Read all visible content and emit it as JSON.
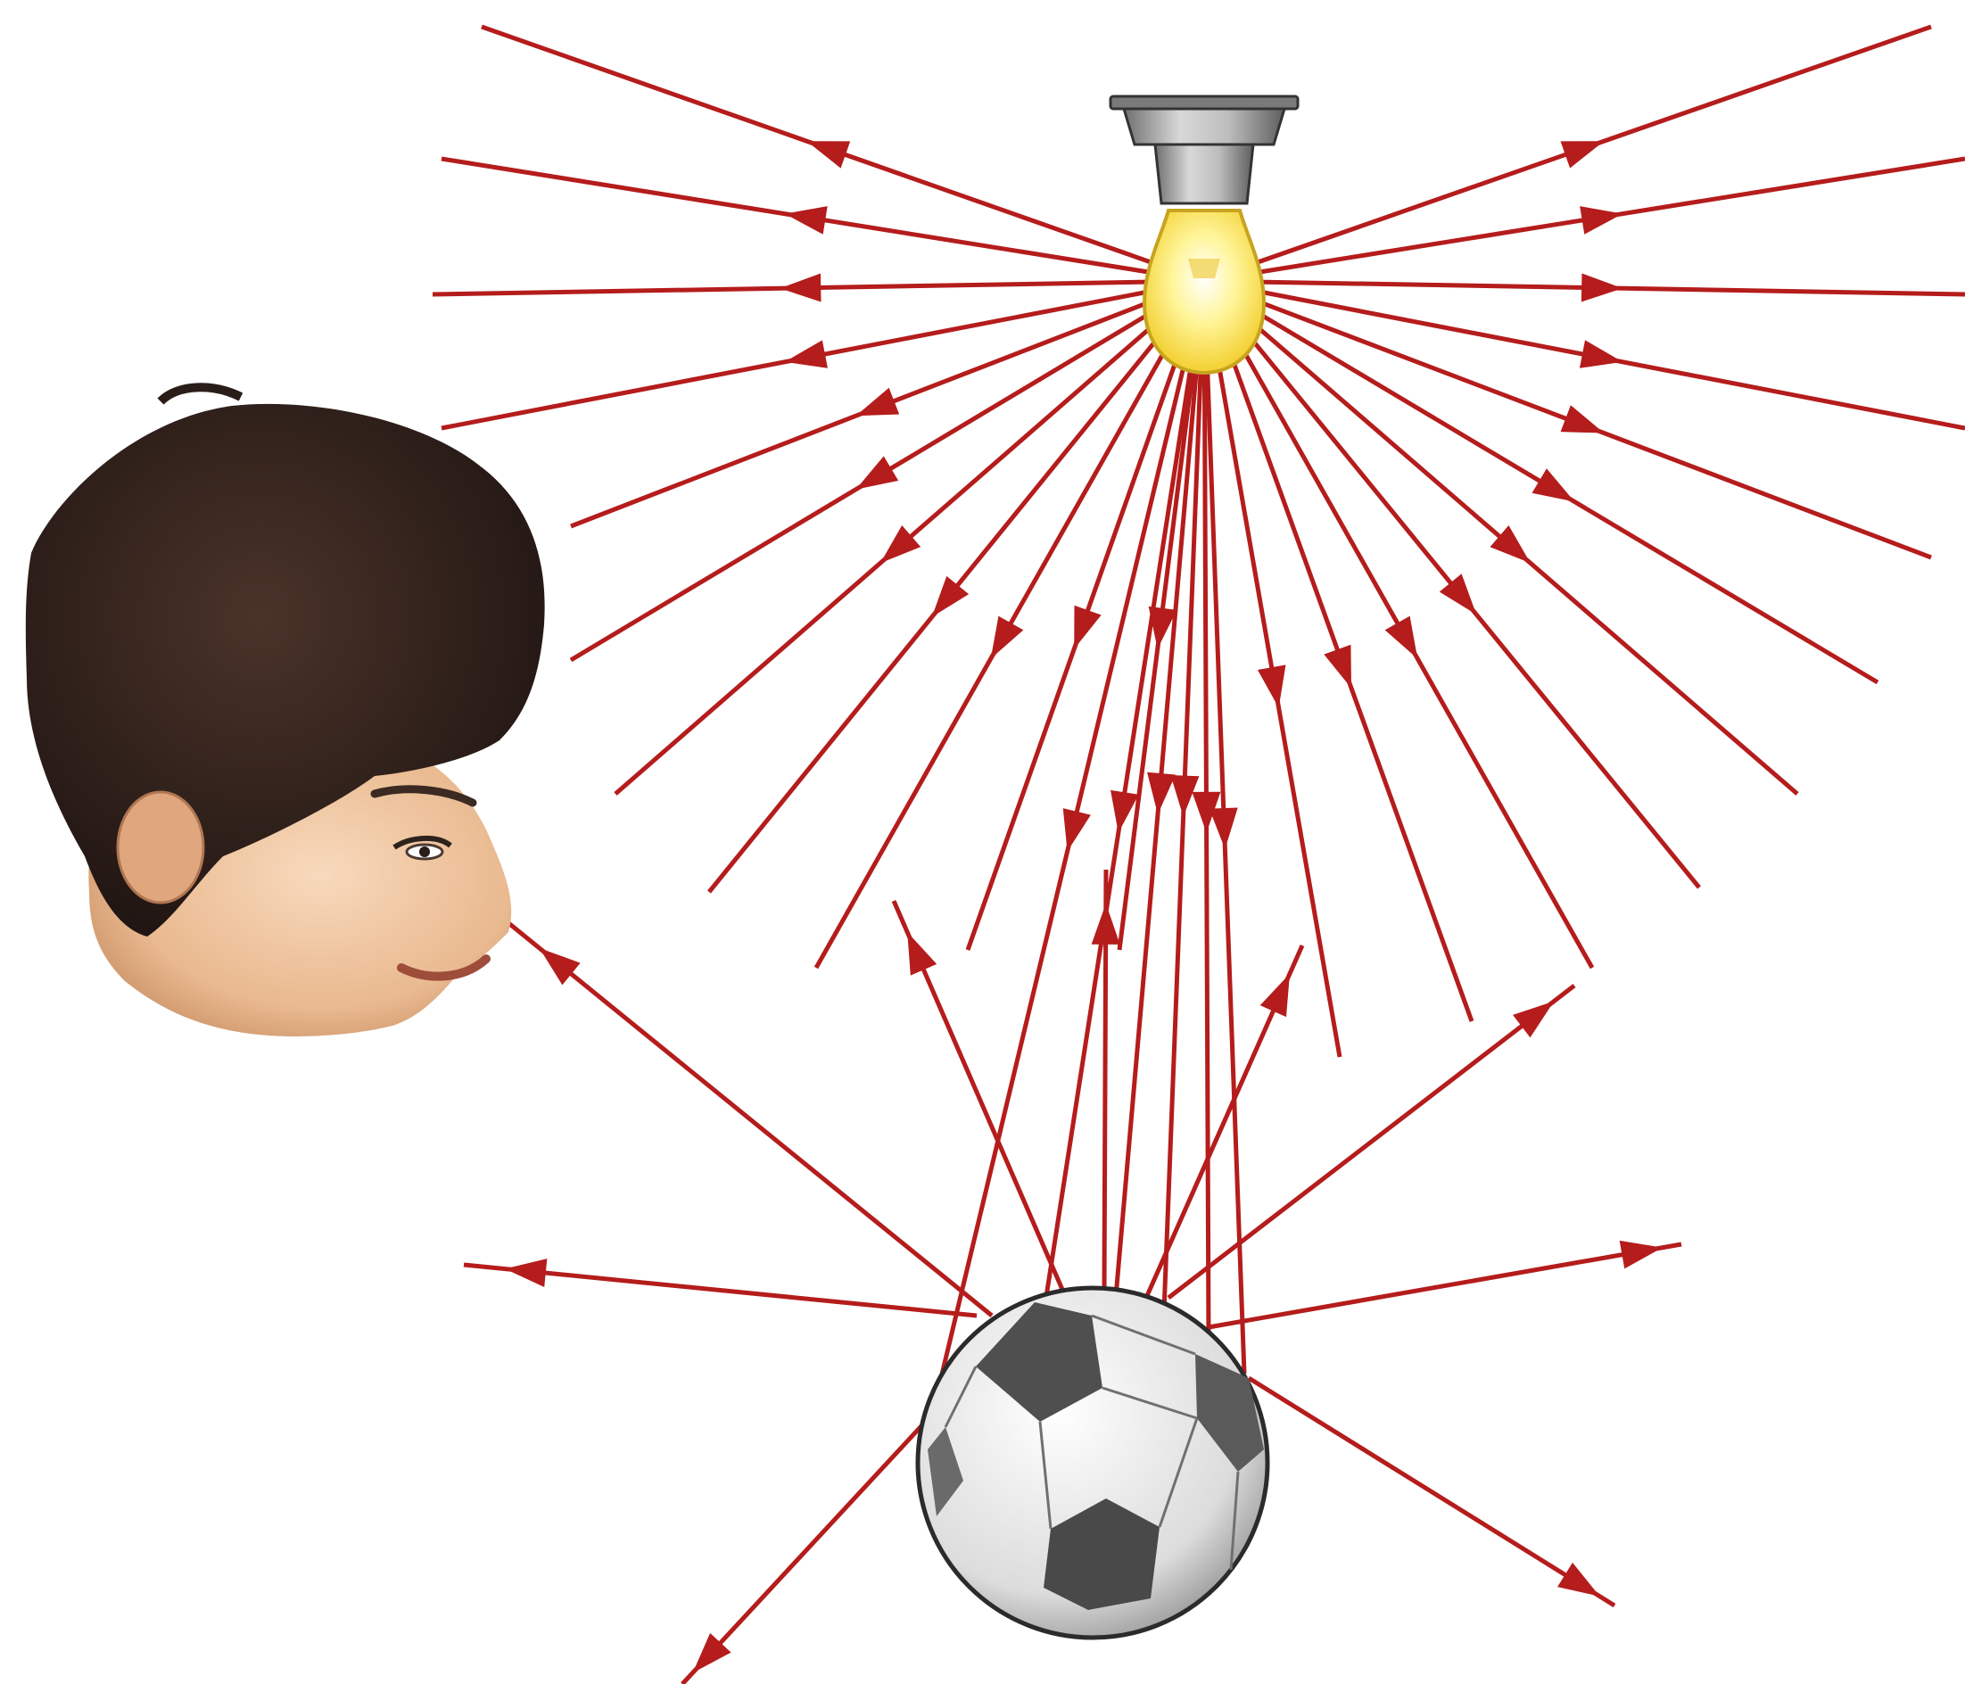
{
  "diagram": {
    "kind": "illustration-without-text",
    "objects": [
      "light-bulb",
      "rays-of-light",
      "soccer-ball",
      "human-head",
      "eye"
    ],
    "colors": {
      "ray": "#b51c1c",
      "bulb_glass": "#fff27a",
      "bulb_base": "#9a9a9a",
      "hair": "#2a1d18",
      "skin": "#efc9a6",
      "ball_light": "#f2f2f2",
      "ball_dark": "#5a5a5a"
    }
  }
}
